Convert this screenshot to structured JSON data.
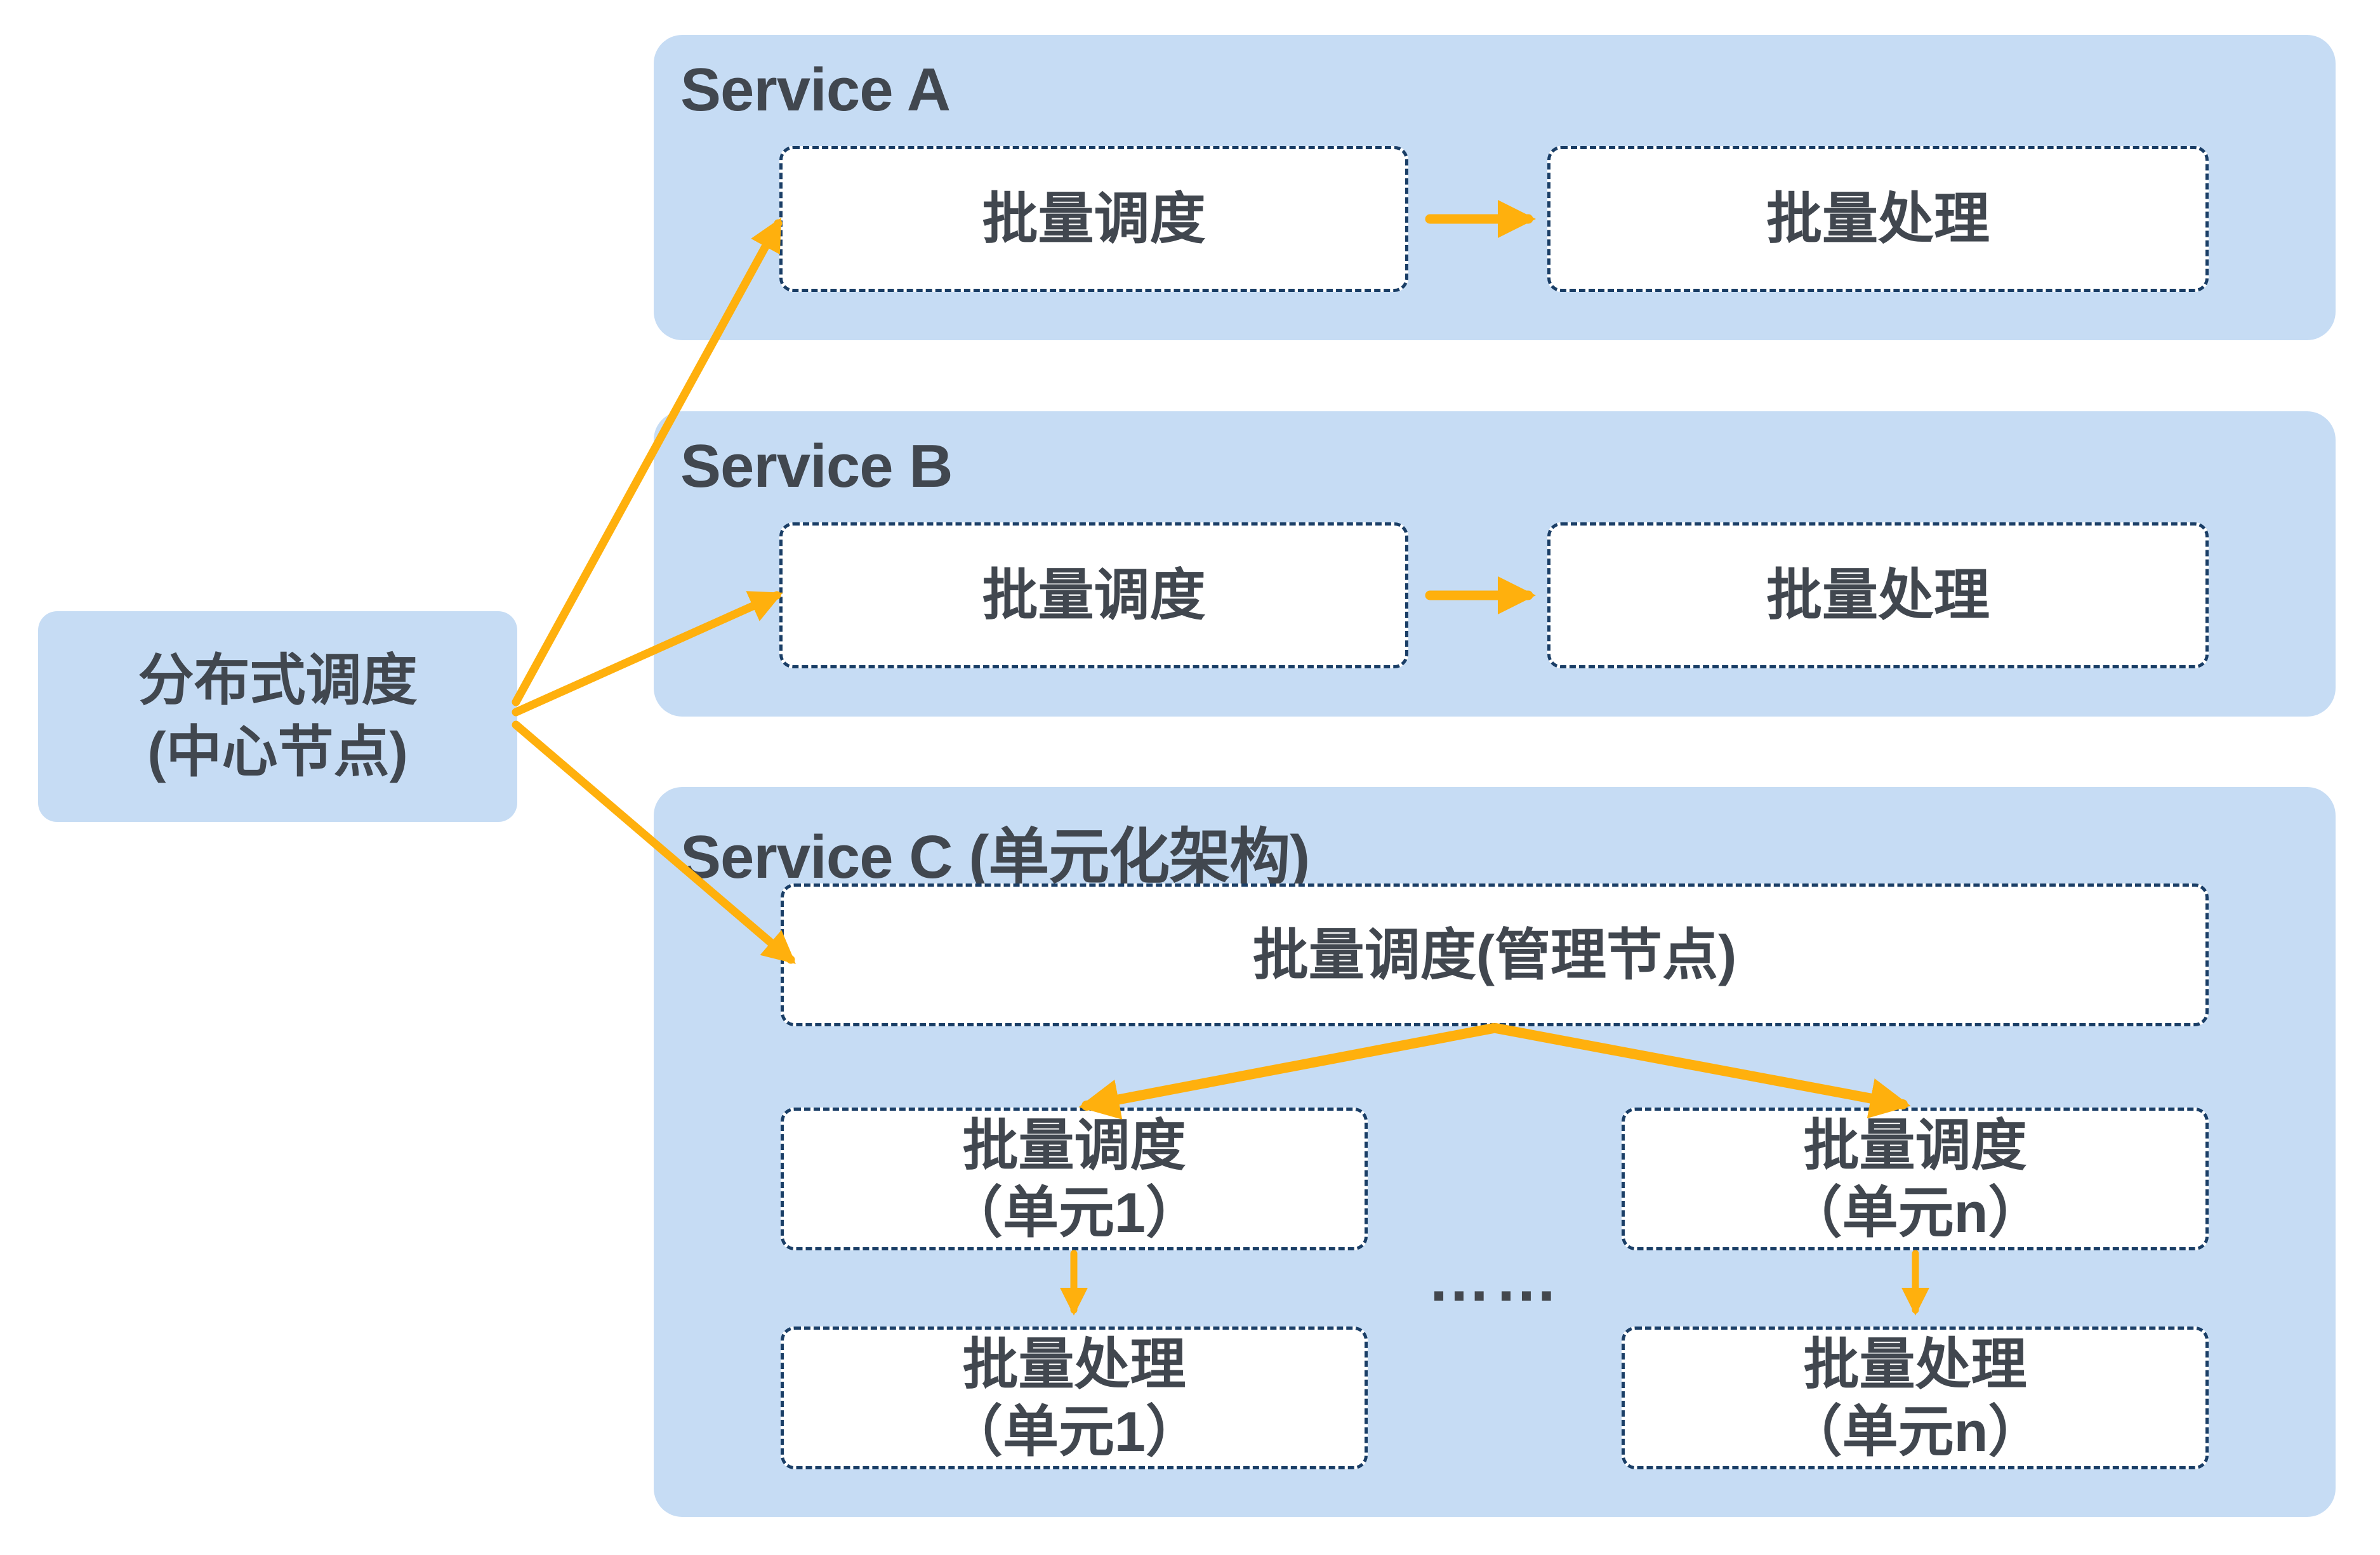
{
  "colors": {
    "panel_blue": "#C6DCF4",
    "node_border_navy": "#1A3E66",
    "arrow_orange": "#FFB00D",
    "text_dark": "#41474F",
    "node_bg": "#FFFFFF"
  },
  "central_node": {
    "line1": "分布式调度",
    "line2": "(中心节点)"
  },
  "service_a": {
    "title": "Service A",
    "scheduler_label": "批量调度",
    "processor_label": "批量处理"
  },
  "service_b": {
    "title": "Service B",
    "scheduler_label": "批量调度",
    "processor_label": "批量处理"
  },
  "service_c": {
    "title": "Service C (单元化架构)",
    "manager_label": "批量调度(管理节点)",
    "unit1_scheduler": {
      "line1": "批量调度",
      "line2": "（单元1）"
    },
    "unitn_scheduler": {
      "line1": "批量调度",
      "line2": "（单元n）"
    },
    "unit1_processor": {
      "line1": "批量处理",
      "line2": "（单元1）"
    },
    "unitn_processor": {
      "line1": "批量处理",
      "line2": "（单元n）"
    },
    "ellipsis": "……"
  }
}
